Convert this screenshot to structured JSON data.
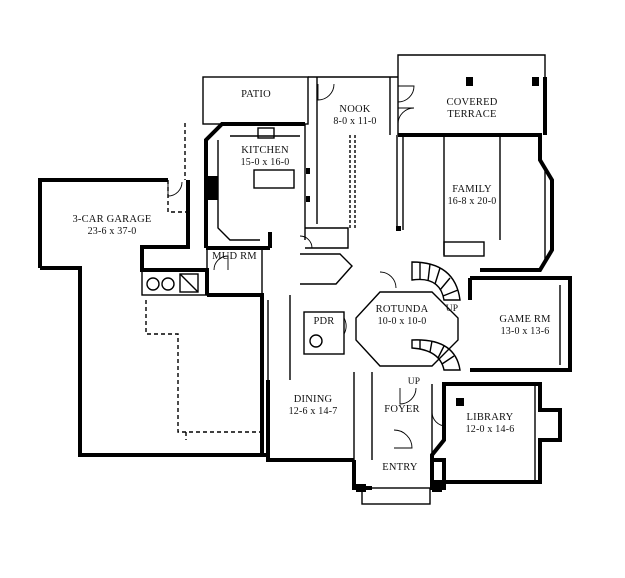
{
  "rooms": {
    "patio": {
      "name": "PATIO"
    },
    "nook": {
      "name": "NOOK",
      "dims": "8-0 x 11-0"
    },
    "covered_terrace": {
      "name": "COVERED",
      "name2": "TERRACE"
    },
    "kitchen": {
      "name": "KITCHEN",
      "dims": "15-0 x 16-0"
    },
    "family": {
      "name": "FAMILY",
      "dims": "16-8 x 20-0"
    },
    "garage": {
      "name": "3-CAR GARAGE",
      "dims": "23-6 x 37-0"
    },
    "mud": {
      "name": "MUD RM"
    },
    "pdr": {
      "name": "PDR"
    },
    "rotunda": {
      "name": "ROTUNDA",
      "dims": "10-0 x 10-0"
    },
    "game": {
      "name": "GAME RM",
      "dims": "13-0 x 13-6"
    },
    "dining": {
      "name": "DINING",
      "dims": "12-6 x 14-7"
    },
    "foyer": {
      "name": "FOYER"
    },
    "library": {
      "name": "LIBRARY",
      "dims": "12-0 x 14-6"
    },
    "entry": {
      "name": "ENTRY"
    }
  },
  "stairs": {
    "up_upper": "UP",
    "up_lower": "UP"
  }
}
